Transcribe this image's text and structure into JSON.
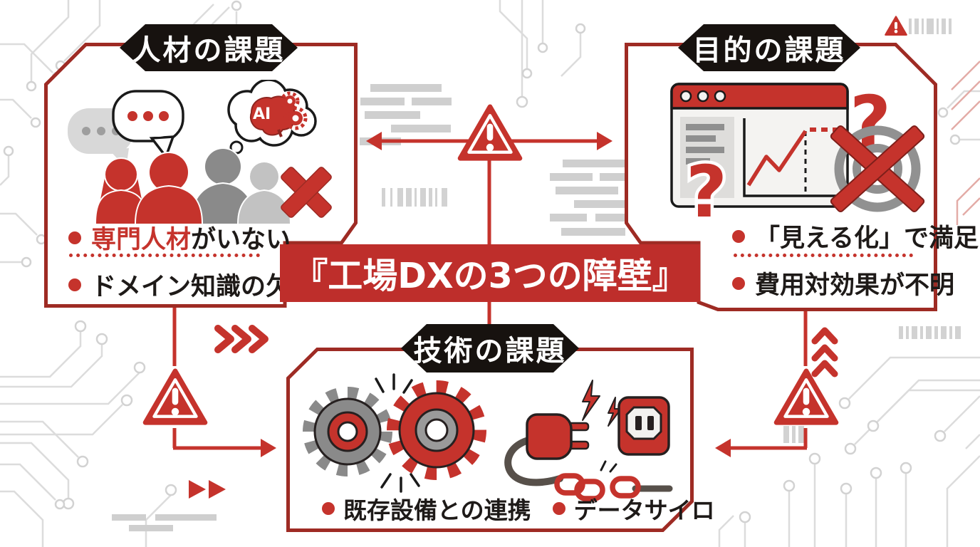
{
  "title": {
    "text": "『工場DXの3つの障壁』"
  },
  "panels": {
    "personnel": {
      "label": "人材の課題",
      "bullets": [
        {
          "highlight": "専門人材",
          "rest": "がいない"
        },
        {
          "highlight": "",
          "rest": "ドメイン知識の欠如"
        }
      ],
      "icons": [
        "speech-bubble-gray",
        "speech-bubble-white",
        "ai-thought-cloud",
        "people-group",
        "x-mark"
      ]
    },
    "purpose": {
      "label": "目的の課題",
      "bullets": [
        {
          "highlight": "",
          "rest": "「見える化」で満足"
        },
        {
          "highlight": "",
          "rest": "費用対効果が不明"
        }
      ],
      "icons": [
        "browser-chart-window",
        "question-marks",
        "crossed-target"
      ]
    },
    "technology": {
      "label": "技術の課題",
      "bullets": [
        {
          "highlight": "",
          "rest": "既存設備との連携"
        },
        {
          "highlight": "",
          "rest": "データサイロ"
        }
      ],
      "icons": [
        "gears",
        "plug-and-outlet",
        "broken-chain"
      ]
    }
  },
  "glyphs": {
    "ai_label": "AI",
    "question_mark": "?"
  },
  "colors": {
    "accent_red": "#C5332C",
    "border_red": "#9E2B24",
    "banner_red": "#BE2E2B",
    "label_black": "#17120F",
    "silhouette_dark_gray": "#8A8A8A",
    "silhouette_light_gray": "#C2C2C2",
    "circuit_gray": "#DCDCDC",
    "redacted_gray": "#CFCFCF",
    "circuit_light_red": "#E3ACA7"
  }
}
